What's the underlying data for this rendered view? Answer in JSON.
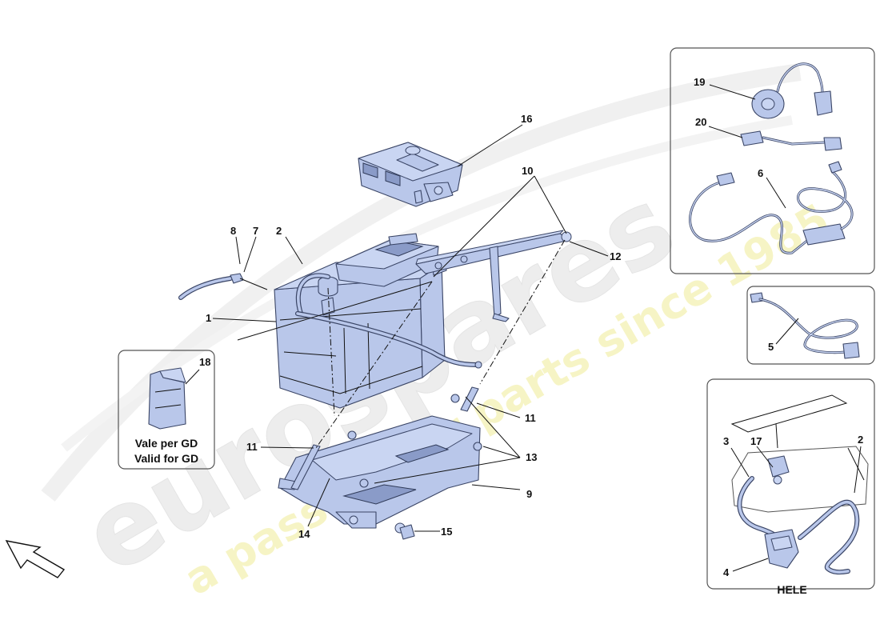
{
  "watermark": {
    "brand": "eurospares",
    "tagline": "a passion for parts since 1985"
  },
  "callouts": {
    "c1": "1",
    "c2": "2",
    "c3": "3",
    "c4": "4",
    "c5": "5",
    "c6": "6",
    "c7": "7",
    "c8": "8",
    "c9": "9",
    "c10": "10",
    "c11a": "11",
    "c11b": "11",
    "c12": "12",
    "c13": "13",
    "c14": "14",
    "c15": "15",
    "c16": "16",
    "c17": "17",
    "c18": "18",
    "c19": "19",
    "c20": "20",
    "c2b": "2"
  },
  "inset_gd": {
    "line1": "Vale per GD",
    "line2": "Valid for GD"
  },
  "inset_hele": {
    "caption": "HELE"
  },
  "colors": {
    "part_fill": "#b9c7ea",
    "part_stroke": "#3a4566",
    "watermark": "#eeeeee",
    "tagline": "#f6f3bf"
  }
}
